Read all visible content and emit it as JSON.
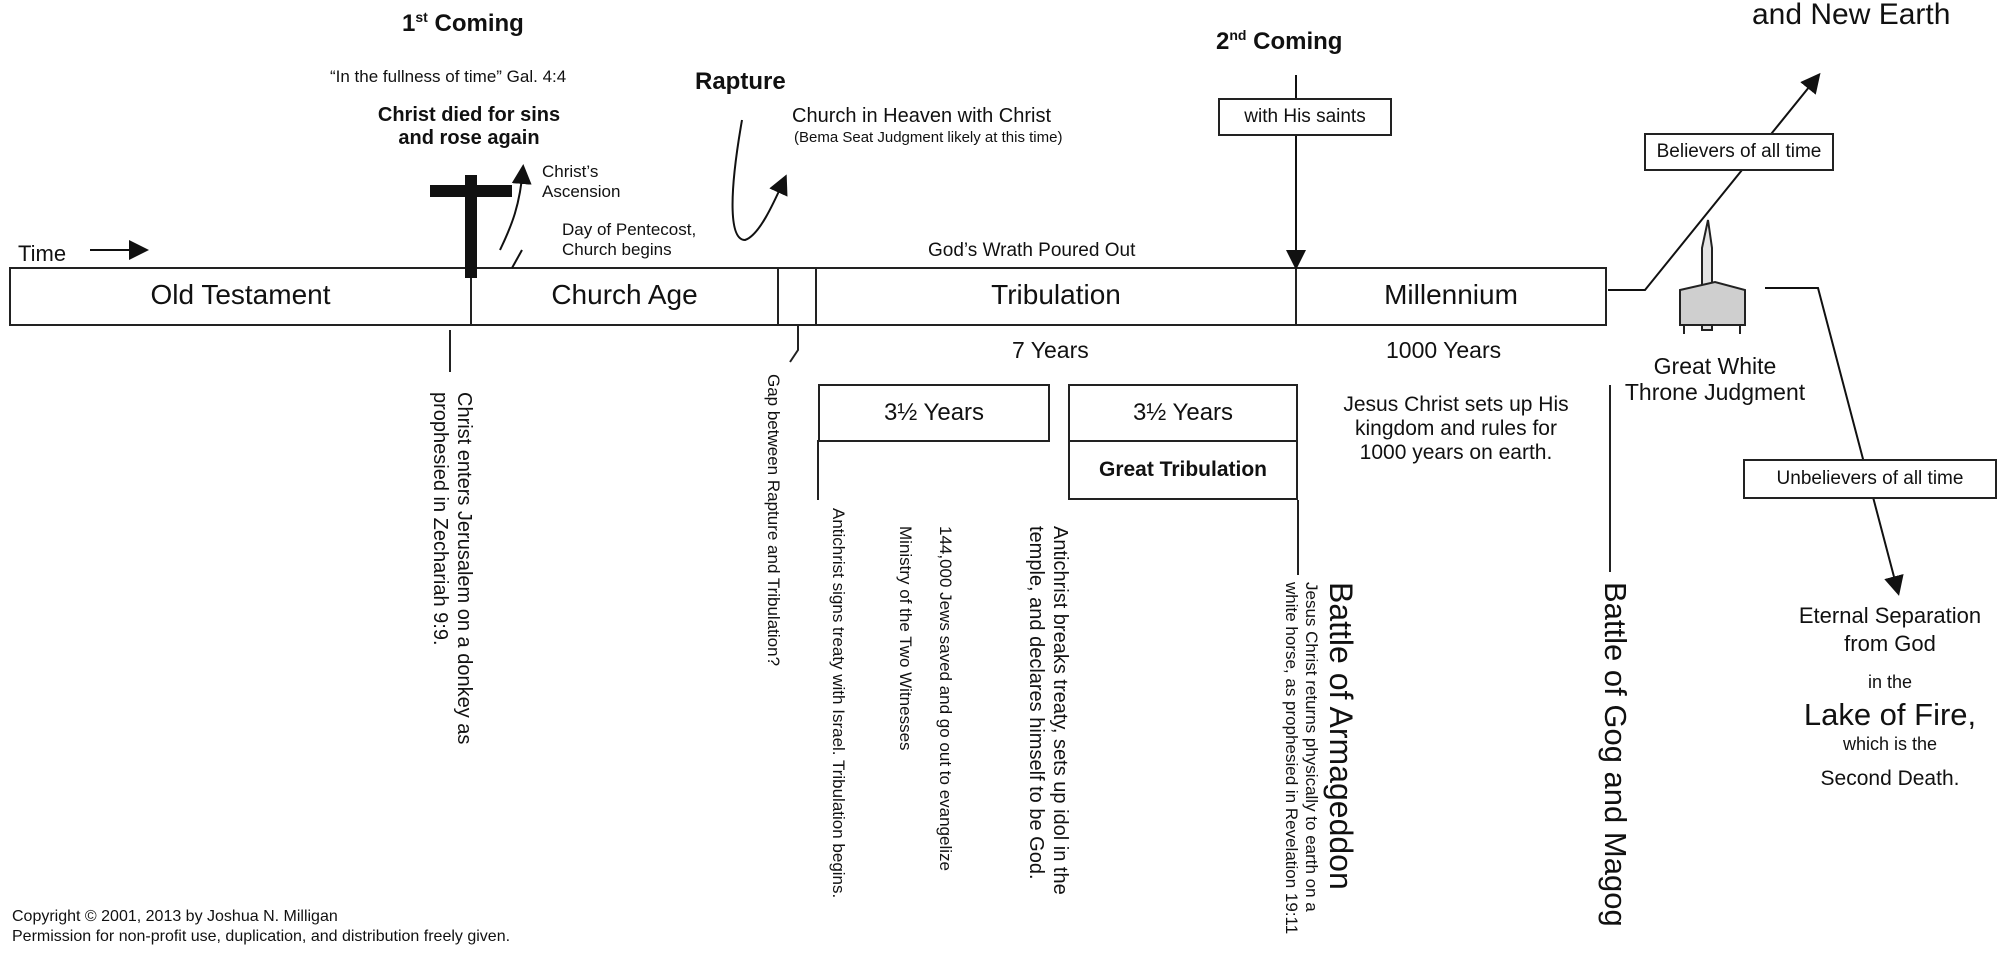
{
  "header": {
    "first_coming": "1",
    "first_coming_sup": "st",
    "first_coming_rest": " Coming",
    "fullness": "“In the fullness of time” Gal. 4:4",
    "christ_died_1": "Christ died for sins",
    "christ_died_2": "and rose again",
    "ascension_1": "Christ’s",
    "ascension_2": "Ascension",
    "pentecost_1": "Day of Pentecost,",
    "pentecost_2": "Church begins",
    "rapture": "Rapture",
    "church_heaven": "Church in Heaven with Christ",
    "bema": "(Bema Seat Judgment likely at this time)",
    "wrath": "God’s Wrath Poured Out",
    "second_coming": "2",
    "second_coming_sup": "nd",
    "second_coming_rest": " Coming",
    "with_saints": "with His saints",
    "new_earth": "and New Earth",
    "believers": "Believers of all time",
    "time": "Time"
  },
  "timeline": {
    "old_testament": "Old Testament",
    "church_age": "Church Age",
    "tribulation": "Tribulation",
    "millennium": "Millennium",
    "seven_years": "7 Years",
    "thousand_years": "1000 Years"
  },
  "lower": {
    "zechariah_1": "Christ enters Jerusalem on a donkey as",
    "zechariah_2": "prophesied in Zechariah 9:9.",
    "gap": "Gap between Rapture and Tribulation?",
    "half_years_1": "3½ Years",
    "half_years_2": "3½ Years",
    "great_tribulation": "Great Tribulation",
    "treaty": "Antichrist signs treaty with Israel.  Tribulation begins.",
    "witnesses": "Ministry of the Two Witnesses",
    "jews": "144,000 Jews saved and go out to evangelize",
    "idol_1": "Antichrist breaks treaty, sets up idol in the",
    "idol_2": "temple, and declares himself to be God.",
    "armageddon": "Battle of Armageddon",
    "returns_1": "Jesus Christ returns physically to earth on a",
    "returns_2": "white horse, as prophesied in Revelation 19:11",
    "kingdom_1": "Jesus Christ sets up His",
    "kingdom_2": "kingdom and rules for",
    "kingdom_3": "1000 years on earth.",
    "gog": "Battle of Gog and Magog",
    "throne_1": "Great White",
    "throne_2": "Throne Judgment",
    "unbelievers": "Unbelievers of all time",
    "sep_1": "Eternal Separation",
    "sep_2": "from God",
    "sep_3": "in the",
    "sep_4": "Lake of Fire,",
    "sep_5": "which is the",
    "sep_6": "Second Death."
  },
  "footer": {
    "copyright": "Copyright © 2001, 2013 by Joshua N. Milligan",
    "permission": "Permission for non-profit use, duplication, and distribution freely given."
  }
}
